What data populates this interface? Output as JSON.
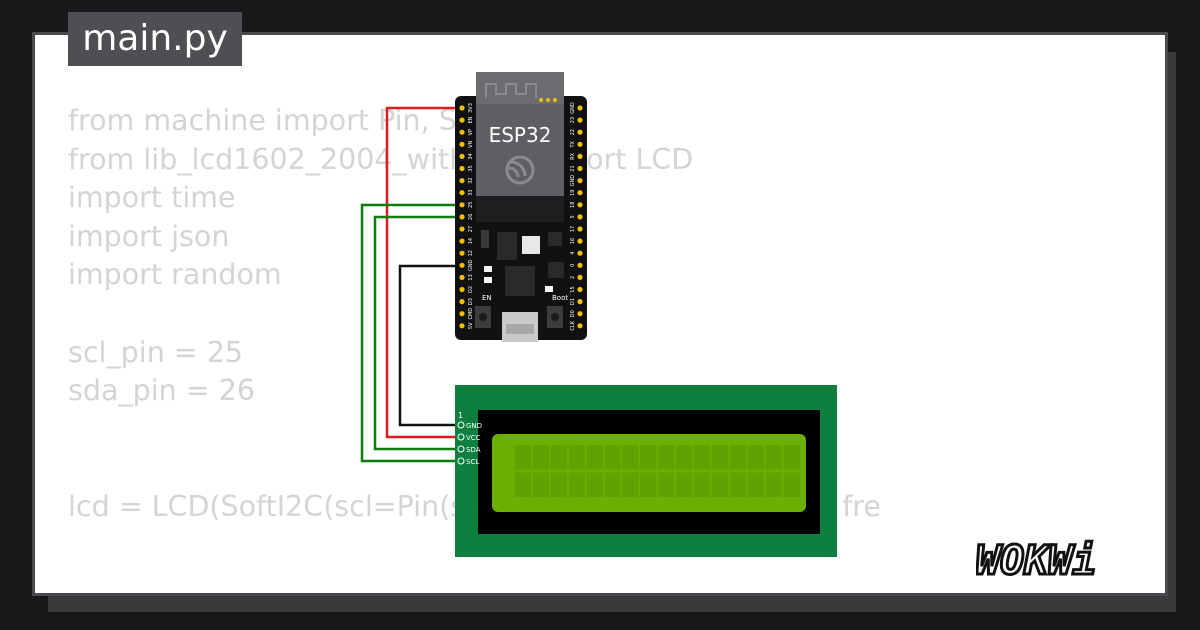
{
  "file_tab": {
    "label": "main.py"
  },
  "code_lines": [
    "from machine import Pin, SoftI2C",
    "from lib_lcd1602_2004_with_i2c import LCD",
    "import time",
    "import json",
    "import random",
    "",
    "scl_pin = 25",
    "sda_pin = 26",
    "",
    "",
    "lcd = LCD(SoftI2C(scl=Pin(scl_pin), sda=Pin(sda_pin), fre"
  ],
  "board": {
    "label": "ESP32",
    "left_pins": [
      "3V3",
      "EN",
      "VP",
      "VN",
      "34",
      "35",
      "32",
      "33",
      "25",
      "26",
      "27",
      "14",
      "12",
      "GND",
      "13",
      "D2",
      "D3",
      "CMD",
      "5V"
    ],
    "right_pins": [
      "GND",
      "23",
      "22",
      "TX",
      "RX",
      "21",
      "GND",
      "19",
      "18",
      "5",
      "17",
      "16",
      "4",
      "0",
      "2",
      "15",
      "D1",
      "D0",
      "CLK"
    ],
    "en_button_label": "EN",
    "boot_button_label": "Boot"
  },
  "lcd": {
    "pin1_label": "1",
    "pins": [
      "GND",
      "VCC",
      "SDA",
      "SCL"
    ],
    "screen_color": "#6ab000",
    "board_color": "#0d8040",
    "columns": 16,
    "rows": 2
  },
  "wires": {
    "vcc_color": "#e01b1b",
    "gnd_color": "#111111",
    "signal_color": "#0b7d0b"
  },
  "brand": {
    "logo_text": "WOKWi"
  }
}
